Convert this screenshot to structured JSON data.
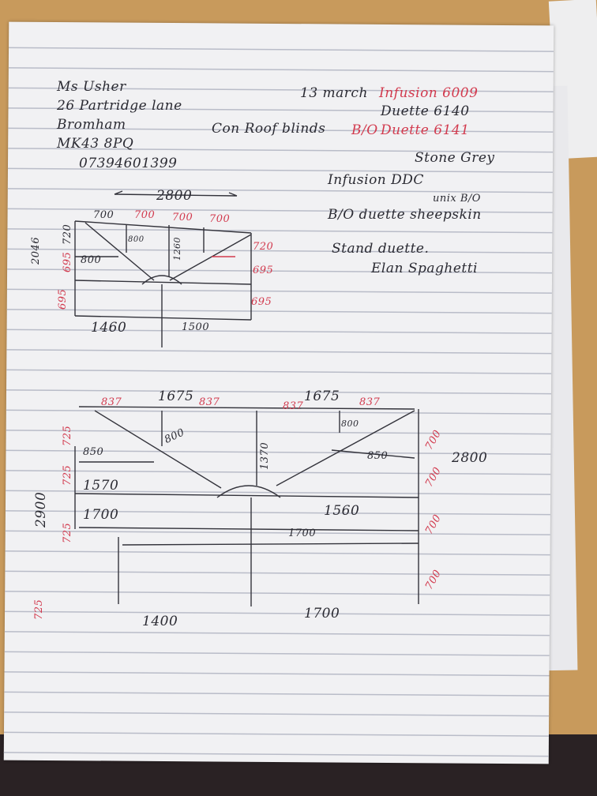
{
  "customer": {
    "name": "Ms Usher",
    "street": "26 Partridge lane",
    "town": "Bromham",
    "postcode": "MK43 8PQ",
    "phone": "07394601399"
  },
  "job": {
    "date": "13 march",
    "title": "Con Roof blinds"
  },
  "products": {
    "line1": "Infusion 6009",
    "line2": "Duette 6140",
    "line3_prefix": "B/O",
    "line3": "Duette 6141",
    "line4": "Stone Grey",
    "line5": "Infusion DDC",
    "line6a": "unix B/O",
    "line6": "B/O duette sheepskin",
    "line7": "Stand duette.",
    "line8": "Elan Spaghetti"
  },
  "diagram1": {
    "width": "2800",
    "top": [
      "700",
      "700",
      "700",
      "700"
    ],
    "left_height": "2046",
    "left_parts": [
      "720",
      "695",
      "695"
    ],
    "right_parts": [
      "720",
      "695",
      "695"
    ],
    "inner": [
      "800",
      "800",
      "1260"
    ],
    "bottom_left": "1460",
    "bottom_right": "1500"
  },
  "diagram2": {
    "top_halves": [
      "1675",
      "1675"
    ],
    "top_parts": [
      "837",
      "837",
      "837",
      "837"
    ],
    "left_height": "2900",
    "left_parts": [
      "725",
      "725",
      "725",
      "725"
    ],
    "right_height": "2800",
    "right_parts": [
      "700",
      "700",
      "700",
      "700"
    ],
    "inner": [
      "850",
      "800",
      "1370",
      "800",
      "850",
      "1570",
      "1560",
      "1700",
      "1700"
    ],
    "bottom_left": "1400",
    "bottom_right": "1700"
  }
}
